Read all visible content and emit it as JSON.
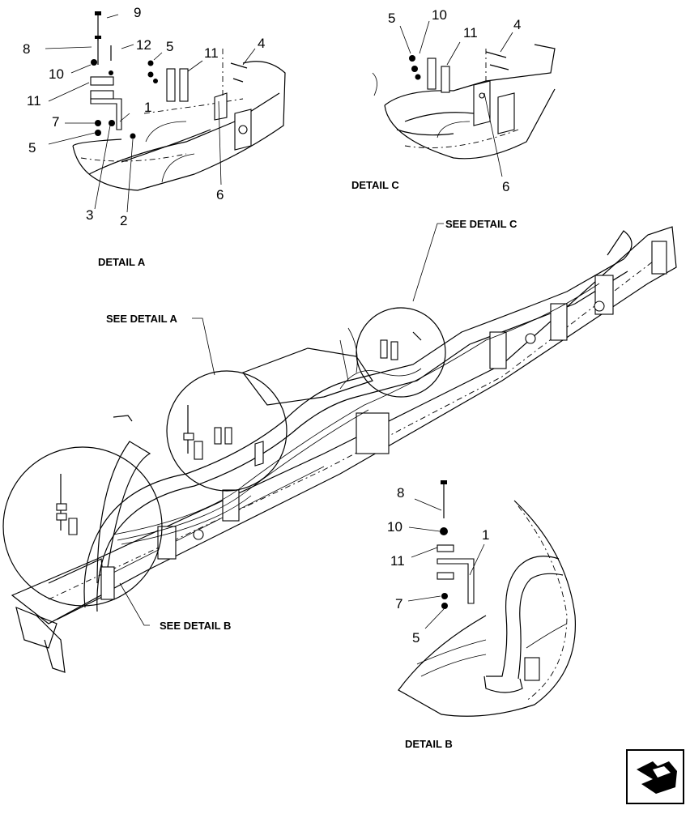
{
  "captions": {
    "detail_a": "DETAIL A",
    "detail_b": "DETAIL B",
    "detail_c": "DETAIL C",
    "see_a": "SEE DETAIL  A",
    "see_b": "SEE DETAIL  B",
    "see_c": "SEE DETAIL  C"
  },
  "callouts_a": [
    "9",
    "8",
    "12",
    "10",
    "5",
    "11",
    "4",
    "11",
    "1",
    "7",
    "5",
    "3",
    "2",
    "6"
  ],
  "callouts_b": [
    "8",
    "10",
    "1",
    "11",
    "7",
    "5"
  ],
  "callouts_c": [
    "5",
    "10",
    "11",
    "4",
    "6"
  ],
  "nav_icon": "arrow-corner-icon"
}
